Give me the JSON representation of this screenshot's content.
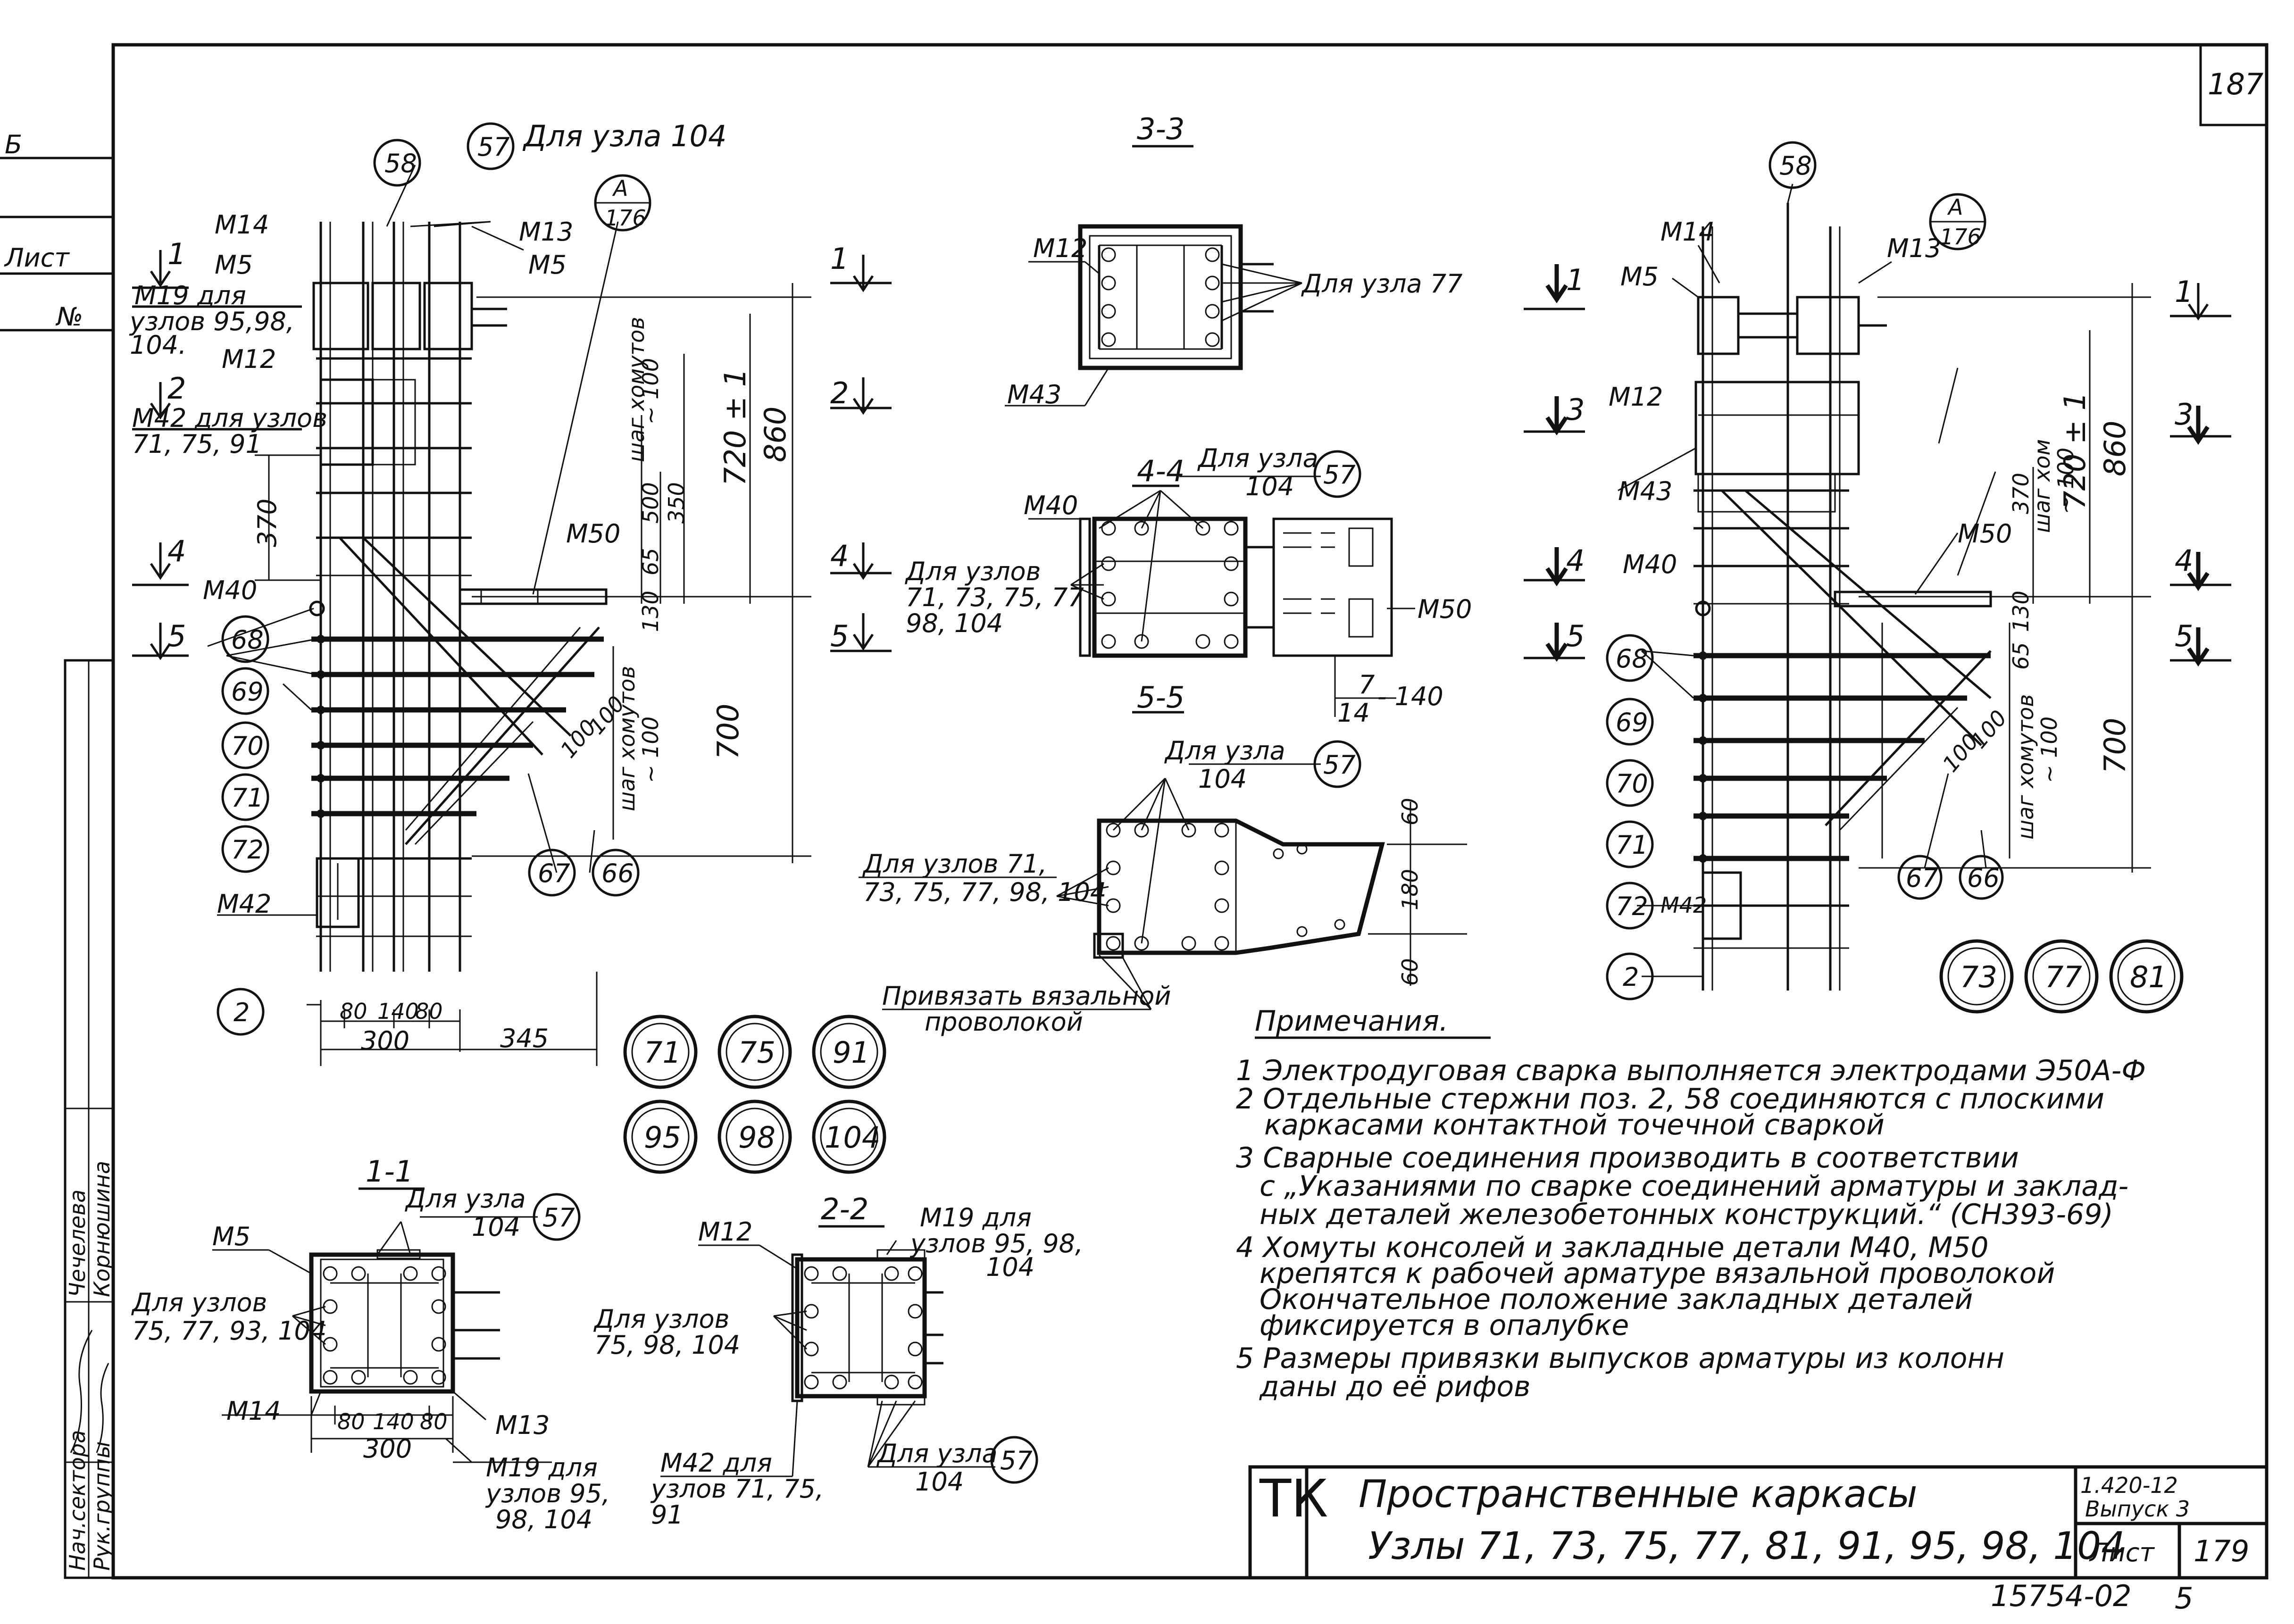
{
  "sheet": {
    "number": "187",
    "sheet_label": "Лист",
    "sheet_value": "179",
    "series": "1.420-12",
    "issue": "Выпуск 3",
    "inventory": "15754-02",
    "page_bottom": "5",
    "stamp": "ТК",
    "title_line1": "Пространственные каркасы",
    "title_line2": "Узлы 71, 73, 75, 77, 81, 91, 95, 98, 104"
  },
  "sidebar": {
    "cell1": "Б",
    "cell2": "Лист",
    "cell3": "№",
    "role1": "Нач.сектора",
    "role2": "Рук.группы",
    "name1": "Чечелева",
    "name2": "Корнюшина"
  },
  "notes": {
    "heading": "Примечания.",
    "lines": [
      "1 Электродуговая сварка выполняется электродами Э50А-Ф",
      "2 Отдельные стержни поз. 2, 58 соединяются с плоскими",
      "каркасами контактной точечной сваркой",
      "3 Сварные соединения производить в соответствии",
      "с „Указаниями по сварке соединений арматуры и заклад-",
      "ных деталей железобетонных конструкций.“ (СН393-69)",
      "4 Хомуты консолей и закладные детали М40, М50",
      "крепятся к рабочей арматуре вязальной проволокой",
      "Окончательное положение закладных деталей",
      "фиксируется в опалубке",
      "5 Размеры привязки выпусков арматуры из колонн",
      "даны до её рифов"
    ]
  },
  "node_groups": {
    "left": [
      "71",
      "75",
      "91",
      "95",
      "98",
      "104"
    ],
    "right": [
      "73",
      "77",
      "81"
    ]
  },
  "left_view": {
    "m14": "М14",
    "m5": "М5",
    "m13": "М13",
    "m5b": "М5",
    "m19": "М19 для",
    "m19_nodes1": "узлов 95,98,",
    "m19_nodes2": "104.",
    "m12": "М12",
    "m42": "М42 для узлов",
    "m42_nodes": "71, 75, 91",
    "m50": "М50",
    "m40": "М40",
    "m42b": "М42",
    "node104": "Для узла 104",
    "ref_A": "А",
    "ref_176": "176",
    "c58": "58",
    "c57": "57",
    "c68": "68",
    "c69": "69",
    "c70": "70",
    "c71": "71",
    "c72": "72",
    "c67": "67",
    "c66": "66",
    "c2": "2",
    "sec1": "1",
    "sec2": "2",
    "sec4": "4",
    "sec5": "5",
    "dim_860": "860",
    "dim_720": "720 ± 1",
    "dim_700": "700",
    "dim_370": "370",
    "dim_500": "500",
    "dim_350": "350",
    "dim_130": "130",
    "dim_65": "65",
    "dim_100": "~ 100",
    "dim_step": "шаг хомутов",
    "dim_step2": "шаг хомутов",
    "dim_100b": "~ 100",
    "dim_100c": "100",
    "dim_100d": "100",
    "dim_80a": "80",
    "dim_140": "140",
    "dim_80b": "80",
    "dim_300": "300",
    "dim_345": "345"
  },
  "section33": {
    "title": "3-3",
    "m12": "М12",
    "m43": "М43",
    "node77": "Для узла 77"
  },
  "section44": {
    "title": "4-4",
    "node104a": "Для узла",
    "node104b": "104",
    "c57": "57",
    "m40": "М40",
    "nodes_a": "Для узлов",
    "nodes_b": "71, 73, 75, 77",
    "nodes_c": "98, 104",
    "m50": "М50",
    "frac_a": "7",
    "frac_b": "14",
    "frac_c": "- 140"
  },
  "section55": {
    "title": "5-5",
    "node104a": "Для узла",
    "node104b": "104",
    "c57": "57",
    "nodes_a": "Для узлов 71,",
    "nodes_b": "73, 75, 77, 98, 104",
    "tie_a": "Привязать вязальной",
    "tie_b": "проволокой",
    "dim_60a": "60",
    "dim_180": "180",
    "dim_60b": "60"
  },
  "section11": {
    "title": "1-1",
    "m5": "М5",
    "node104a": "Для узла",
    "node104b": "104",
    "c57": "57",
    "nodes_a": "Для узлов",
    "nodes_b": "75, 77, 93, 104",
    "m14": "М14",
    "m13": "М13",
    "m19a": "М19 для",
    "m19b": "узлов 95,",
    "m19c": "98, 104",
    "dim_80a": "80",
    "dim_140": "140",
    "dim_80b": "80",
    "dim_300": "300"
  },
  "section22": {
    "title": "2-2",
    "m12": "М12",
    "m19a": "М19 для",
    "m19b": "узлов 95, 98,",
    "m19c": "104",
    "nodes_a": "Для узлов",
    "nodes_b": "75, 98, 104",
    "m42a": "М42 для",
    "m42b": "узлов 71, 75,",
    "m42c": "91",
    "node104a": "Для узла",
    "node104b": "104",
    "c57": "57"
  },
  "right_view": {
    "m14": "М14",
    "m5": "М5",
    "m13": "М13",
    "m12": "М12",
    "m43": "М43",
    "m40": "М40",
    "m50": "М50",
    "m42": "М42",
    "ref_A": "А",
    "ref_176": "176",
    "c58": "58",
    "c68": "68",
    "c69": "69",
    "c70": "70",
    "c71": "71",
    "c72": "72",
    "c67": "67",
    "c66": "66",
    "c2": "2",
    "sec1a": "1",
    "sec3a": "3",
    "sec4a": "4",
    "sec5a": "5",
    "sec1b": "1",
    "sec3b": "3",
    "sec4b": "4",
    "sec5b": "5",
    "dim_860": "860",
    "dim_720": "720 ± 1",
    "dim_700": "700",
    "dim_370": "370",
    "dim_130": "130",
    "dim_65": "65",
    "step_a": "шаг хом",
    "step_b": "~ 100",
    "step_c": "шаг хомутов",
    "step_d": "~ 100",
    "dim_100a": "100",
    "dim_100b": "100"
  }
}
